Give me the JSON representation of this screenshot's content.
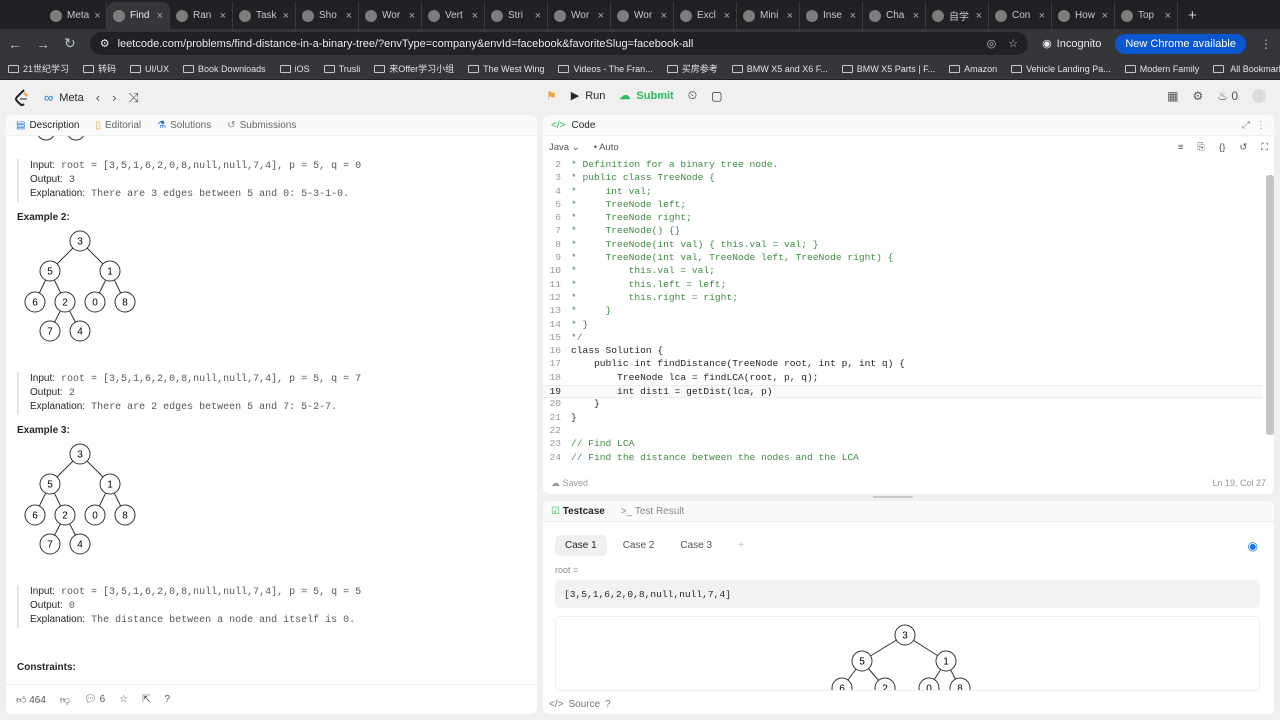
{
  "browser": {
    "tabs": [
      "Meta",
      "Find",
      "Ran",
      "Task",
      "Sho",
      "Wor",
      "Vert",
      "Stri",
      "Wor",
      "Wor",
      "Excl",
      "Mini",
      "Inse",
      "Cha",
      "自学",
      "Con",
      "How",
      "Top"
    ],
    "active_tab_index": 1,
    "url": "leetcode.com/problems/find-distance-in-a-binary-tree/?envType=company&envId=facebook&favoriteSlug=facebook-all",
    "incognito_label": "Incognito",
    "new_chrome_label": "New Chrome available",
    "bookmarks": [
      "21世纪学习",
      "转码",
      "UI/UX",
      "Book Downloads",
      "iOS",
      "Trusli",
      "来Offer学习小组",
      "The West Wing",
      "Videos - The Fran...",
      "买房参考",
      "BMW X5 and X6 F...",
      "BMW X5 Parts | F...",
      "Amazon",
      "Vehicle Landing Pa...",
      "Modern Family"
    ],
    "all_bookmarks_label": "All Bookmarks"
  },
  "topnav": {
    "list_name": "Meta",
    "run_label": "Run",
    "submit_label": "Submit",
    "streak_count": "0"
  },
  "left_tabs": [
    "Description",
    "Editorial",
    "Solutions",
    "Submissions"
  ],
  "description": {
    "ex1_input": "root = [3,5,1,6,2,0,8,null,null,7,4], p = 5, q = 0",
    "ex1_output": "3",
    "ex1_expl": "There are 3 edges between 5 and 0: 5-3-1-0.",
    "ex2_title": "Example 2:",
    "ex2_input": "root = [3,5,1,6,2,0,8,null,null,7,4], p = 5, q = 7",
    "ex2_output": "2",
    "ex2_expl": "There are 2 edges between 5 and 7: 5-2-7.",
    "ex3_title": "Example 3:",
    "ex3_input": "root = [3,5,1,6,2,0,8,null,null,7,4], p = 5, q = 5",
    "ex3_output": "0",
    "ex3_expl": "The distance between a node and itself is 0.",
    "constraints_title": "Constraints:",
    "input_label": "Input:",
    "output_label": "Output:",
    "expl_label": "Explanation:",
    "tree_nodes": [
      "3",
      "5",
      "1",
      "6",
      "2",
      "0",
      "8",
      "7",
      "4"
    ]
  },
  "footer": {
    "likes": "464",
    "comments": "6"
  },
  "code": {
    "title": "Code",
    "language": "Java",
    "mode": "Auto",
    "lines": [
      {
        "n": "2",
        "t": "* Definition for a binary tree node."
      },
      {
        "n": "3",
        "t": "* public class TreeNode {"
      },
      {
        "n": "4",
        "t": "*     int val;"
      },
      {
        "n": "5",
        "t": "*     TreeNode left;"
      },
      {
        "n": "6",
        "t": "*     TreeNode right;"
      },
      {
        "n": "7",
        "t": "*     TreeNode() {}"
      },
      {
        "n": "8",
        "t": "*     TreeNode(int val) { this.val = val; }"
      },
      {
        "n": "9",
        "t": "*     TreeNode(int val, TreeNode left, TreeNode right) {"
      },
      {
        "n": "10",
        "t": "*         this.val = val;"
      },
      {
        "n": "11",
        "t": "*         this.left = left;"
      },
      {
        "n": "12",
        "t": "*         this.right = right;"
      },
      {
        "n": "13",
        "t": "*     }"
      },
      {
        "n": "14",
        "t": "* }"
      },
      {
        "n": "15",
        "t": "*/"
      },
      {
        "n": "16",
        "t": "class Solution {"
      },
      {
        "n": "17",
        "t": "    public int findDistance(TreeNode root, int p, int q) {"
      },
      {
        "n": "18",
        "t": "        TreeNode lca = findLCA(root, p, q);"
      },
      {
        "n": "19",
        "t": "        int dist1 = getDist(lca, p)"
      },
      {
        "n": "20",
        "t": "    }"
      },
      {
        "n": "21",
        "t": "}"
      },
      {
        "n": "22",
        "t": ""
      },
      {
        "n": "23",
        "t": "// Find LCA"
      },
      {
        "n": "24",
        "t": "// Find the distance between the nodes and the LCA"
      }
    ],
    "current_line": "19",
    "saved_label": "Saved",
    "cursor_pos": "Ln 19, Col 27"
  },
  "testcase": {
    "tab_label": "Testcase",
    "result_label": "Test Result",
    "cases": [
      "Case 1",
      "Case 2",
      "Case 3"
    ],
    "root_label": "root =",
    "root_value": "[3,5,1,6,2,0,8,null,null,7,4]",
    "source_label": "Source"
  },
  "colors": {
    "accent": "#2cbb5d",
    "comment_green": "#3d8c40",
    "keyword_blue": "#1f4fd1",
    "type_teal": "#23848a"
  }
}
